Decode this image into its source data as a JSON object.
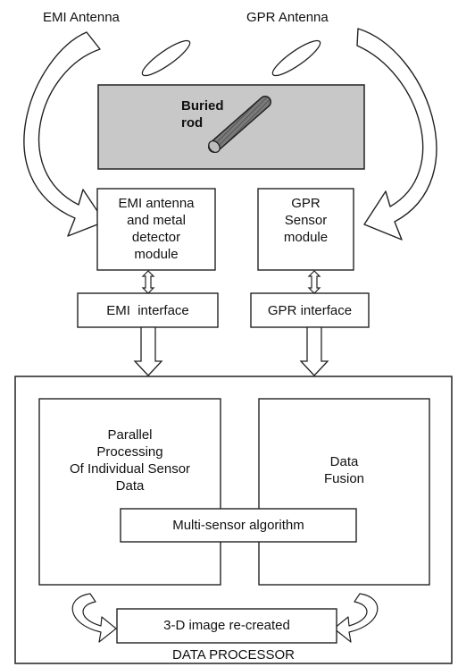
{
  "antennas": {
    "emi_label": "EMI Antenna",
    "gpr_label": "GPR Antenna"
  },
  "ground": {
    "rod_line1": "Buried",
    "rod_line2": "rod"
  },
  "modules": {
    "emi_line1": "EMI antenna",
    "emi_line2": "and metal",
    "emi_line3": "detector",
    "emi_line4": "module",
    "gpr_line1": "GPR",
    "gpr_line2": "Sensor",
    "gpr_line3": "module"
  },
  "interfaces": {
    "emi_label": "EMI  interface",
    "gpr_label": "GPR interface"
  },
  "processor": {
    "parallel_line1": "Parallel",
    "parallel_line2": "Processing",
    "parallel_line3": "Of Individual Sensor",
    "parallel_line4": "Data",
    "fusion_line1": "Data",
    "fusion_line2": "Fusion",
    "algorithm_label": "Multi-sensor algorithm",
    "image_label": "3-D image re-created",
    "title": "DATA PROCESSOR"
  },
  "colors": {
    "line": "#222222",
    "ground_fill": "#c8c8c8",
    "rod_fill": "#6e6e6e"
  }
}
